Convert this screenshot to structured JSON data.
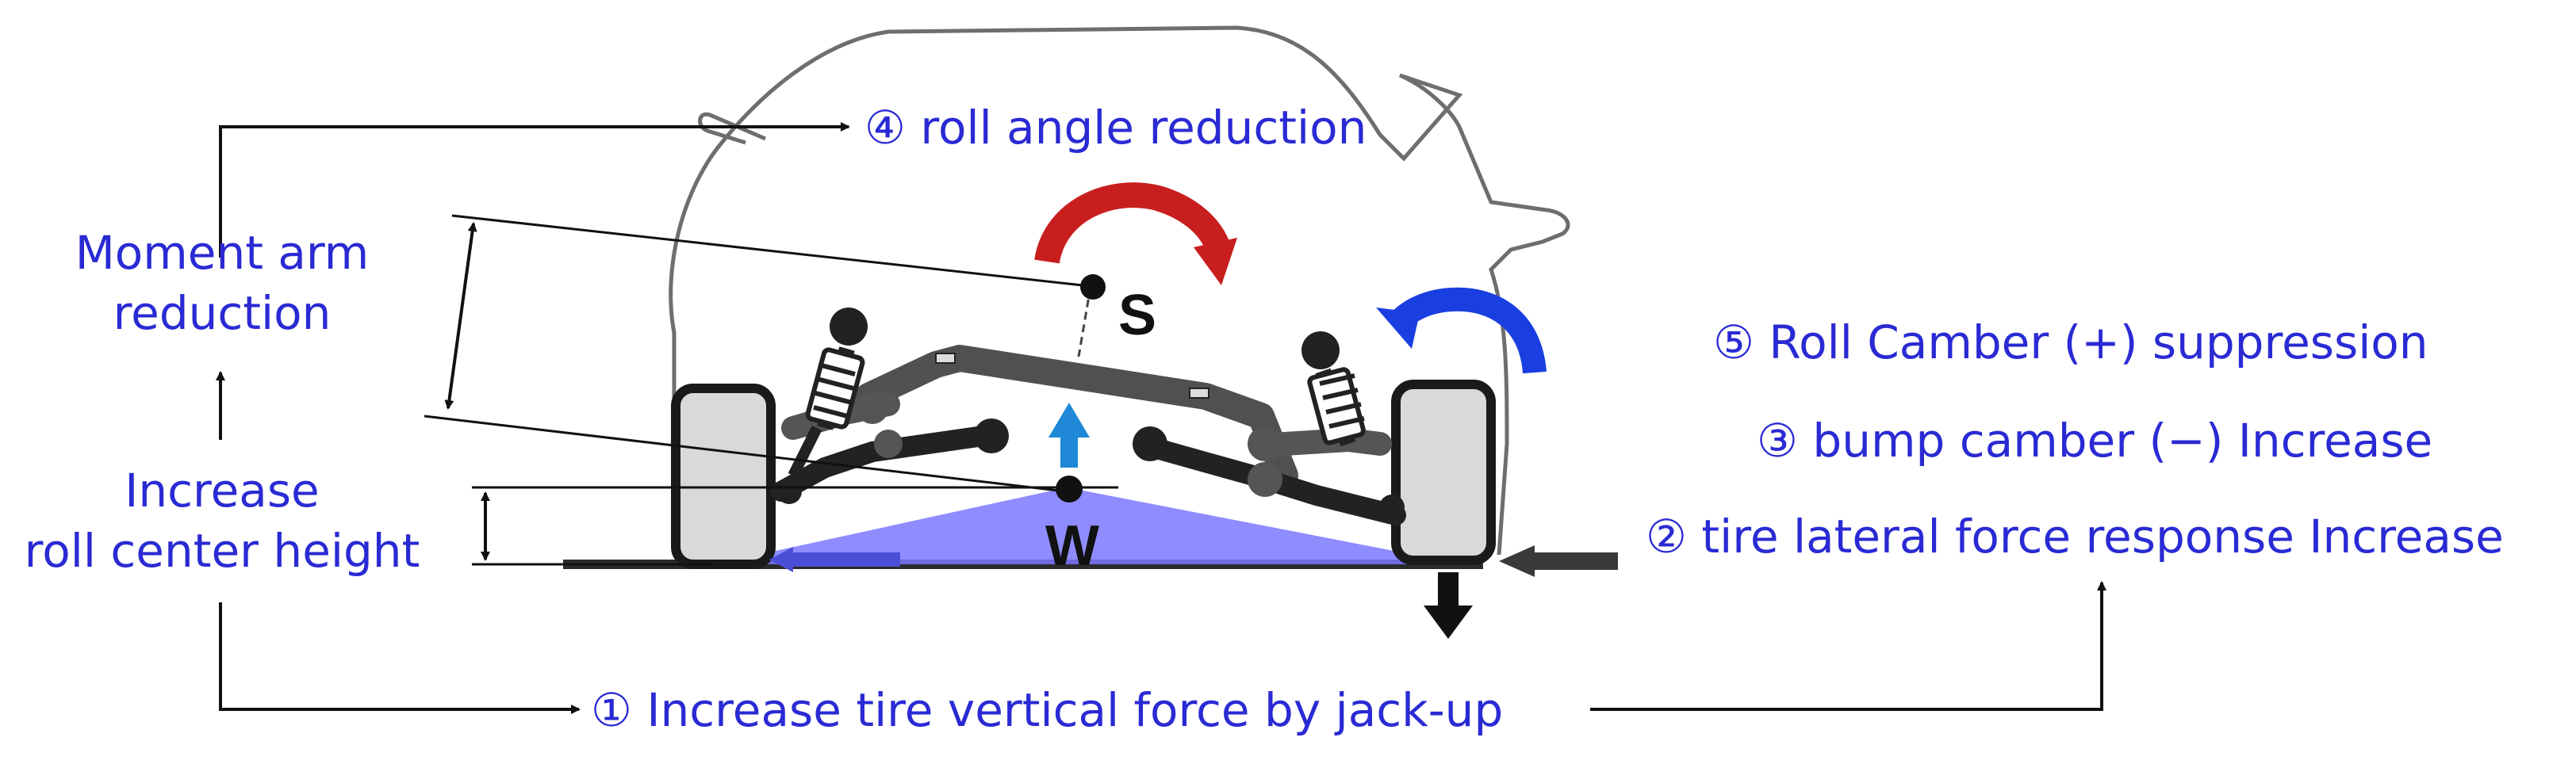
{
  "labels": {
    "roll_angle_reduction": "④ roll angle reduction",
    "moment_arm_line1": "Moment arm",
    "moment_arm_line2": "reduction",
    "increase_line1": "Increase",
    "increase_line2": "roll center height",
    "roll_camber": "⑤ Roll Camber (+) suppression",
    "bump_camber": "③ bump camber (−) Increase",
    "tire_lateral": "② tire lateral force response Increase",
    "vertical_force": "① Increase tire vertical force by jack-up"
  },
  "points": {
    "sprung_mass": "S",
    "roll_center": "W"
  },
  "colors": {
    "label_text": "#2a2ad4",
    "roll_arrow_red": "#c81e1e",
    "camber_arrow_blue": "#1a3fe0",
    "lift_arrow_blue": "#1e88d6",
    "triangle_fill": "#7a78ff",
    "link_gray": "#555555",
    "tire_gray": "#d9d9d9"
  }
}
